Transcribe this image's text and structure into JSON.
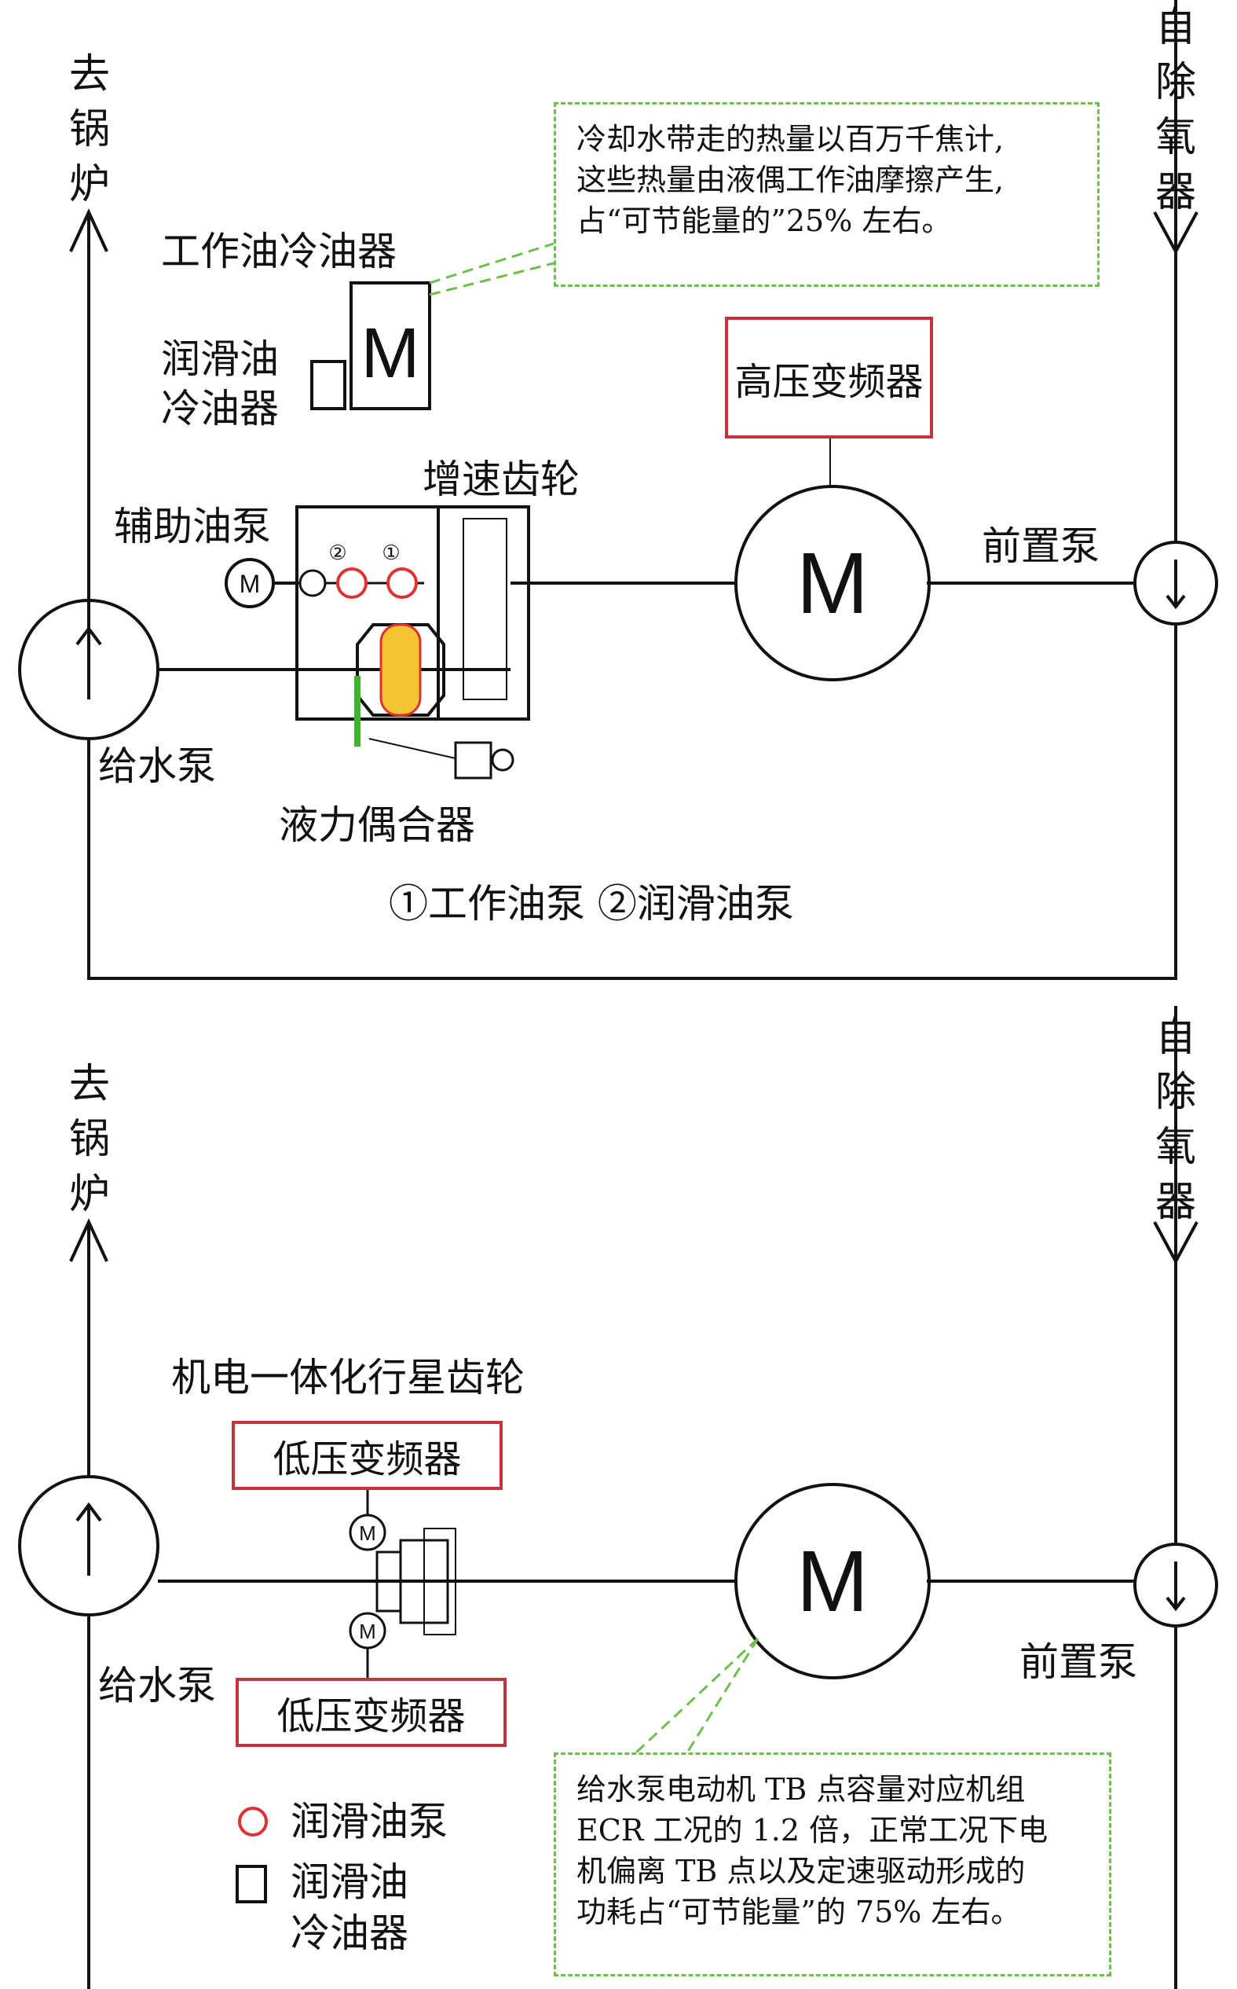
{
  "top": {
    "boiler_label": "去锅炉",
    "deaerator_label": "自除氧器",
    "work_oil_cooler": "工作油冷油器",
    "lube_oil_cooler_line1": "润滑油",
    "lube_oil_cooler_line2": "冷油器",
    "speedup_gear": "增速齿轮",
    "aux_oil_pump": "辅助油泵",
    "feedwater_pump": "给水泵",
    "fluid_coupling": "液力偶合器",
    "pump_legend": "①工作油泵 ②润滑油泵",
    "hv_inverter": "高压变频器",
    "booster_pump": "前置泵",
    "motor_letter": "M",
    "small_motor_letter": "M",
    "circle_1": "①",
    "circle_2": "②",
    "note_lines": [
      "冷却水带走的热量以百万千焦计,",
      "这些热量由液偶工作油摩擦产生,",
      "占“可节能量的”25% 左右。"
    ]
  },
  "bottom": {
    "boiler_label": "去锅炉",
    "deaerator_label": "自除氧器",
    "planetary_gear": "机电一体化行星齿轮",
    "lv_inverter_top": "低压变频器",
    "lv_inverter_bottom": "低压变频器",
    "feedwater_pump": "给水泵",
    "booster_pump": "前置泵",
    "motor_letter": "M",
    "small_motor_letter": "M",
    "legend_lube_pump": "润滑油泵",
    "legend_cooler_line1": "润滑油",
    "legend_cooler_line2": "冷油器",
    "note_lines": [
      "给水泵电动机 TB 点容量对应机组",
      "ECR 工况的 1.2 倍，正常工况下电",
      "机偏离 TB 点以及定速驱动形成的",
      "功耗占“可节能量”的 75% 左右。"
    ]
  },
  "colors": {
    "line": "#111111",
    "inverter_border": "#c8323c",
    "pump_red": "#e03030",
    "coupling_yellow": "#f2c431",
    "note_border": "#6dbf4b",
    "green_bar": "#3fb52f"
  }
}
